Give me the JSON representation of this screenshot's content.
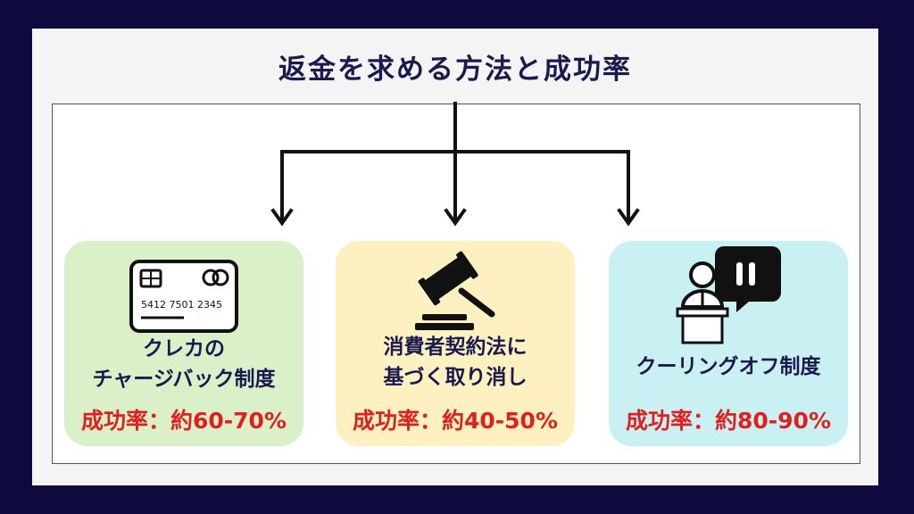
{
  "title": "返金を求める方法と成功率",
  "colors": {
    "background": "#0e0a3e",
    "title": "#1a1a4e",
    "rate": "#e0201e",
    "card_green": "#d9f0c9",
    "card_yellow": "#fdf1c2",
    "card_cyan": "#c9f1f4"
  },
  "cards": [
    {
      "icon": "credit-card-icon",
      "card_number": "5412 7501 2345",
      "label_line1": "クレカの",
      "label_line2": "チャージバック制度",
      "rate": "成功率：約60-70%"
    },
    {
      "icon": "gavel-icon",
      "label_line1": "消費者契約法に",
      "label_line2": "基づく取り消し",
      "rate": "成功率：約40-50%"
    },
    {
      "icon": "speaker-podium-icon",
      "label_line1": "クーリングオフ制度",
      "rate": "成功率：約80-90%"
    }
  ]
}
